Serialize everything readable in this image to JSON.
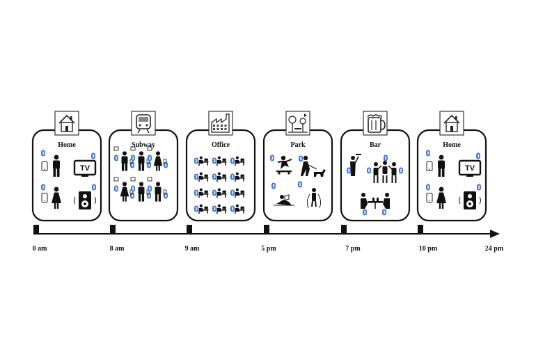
{
  "scenes": [
    {
      "title": "Home",
      "icon": "house-icon"
    },
    {
      "title": "Subway",
      "icon": "train-icon"
    },
    {
      "title": "Office",
      "icon": "factory-icon"
    },
    {
      "title": "Park",
      "icon": "park-icon"
    },
    {
      "title": "Bar",
      "icon": "beer-mug-icon"
    },
    {
      "title": "Home",
      "icon": "house-icon"
    }
  ],
  "timeline": {
    "labels": [
      "0 am",
      "8 am",
      "9 am",
      "5 pm",
      "7 pm",
      "10 pm",
      "24 pm"
    ]
  },
  "devices": {
    "tv_label": "TV",
    "badge_icon": "bluetooth-badge-icon",
    "accent": "#3a6fd8"
  }
}
